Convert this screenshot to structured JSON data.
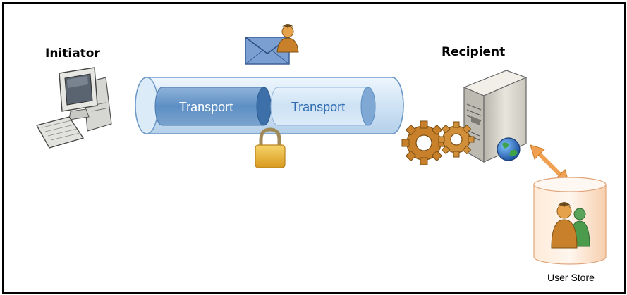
{
  "diagram": {
    "initiator": {
      "label": "Initiator"
    },
    "recipient": {
      "label": "Recipient"
    },
    "transport": {
      "segment1": {
        "label": "Transport"
      },
      "segment2": {
        "label": "Transport"
      }
    },
    "user_store": {
      "label": "User Store"
    }
  },
  "icons": [
    "computer-icon",
    "envelope-user-icon",
    "padlock-icon",
    "server-icon",
    "gears-icon",
    "globe-icon",
    "double-arrow-icon",
    "database-cylinder-icon",
    "users-icon"
  ],
  "colors": {
    "pipe_blue": "#5d8fc4",
    "pipe_light": "#cfe3f5",
    "gear_orange": "#c8812a",
    "arrow_orange": "#f0a050",
    "lock_gold": "#e8b33a",
    "store_peach": "#fbe0c8"
  }
}
